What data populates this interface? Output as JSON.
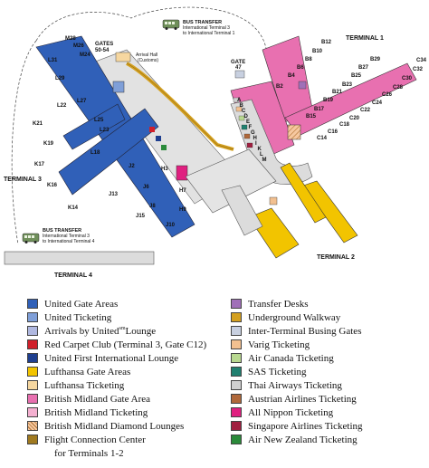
{
  "map": {
    "terminals": {
      "t1": "TERMINAL 1",
      "t2": "TERMINAL 2",
      "t3": "TERMINAL 3",
      "t4": "TERMINAL 4"
    },
    "bus_top": {
      "title": "BUS TRANSFER",
      "line1": "International Terminal 3",
      "line2": "to International Terminal 1"
    },
    "bus_left": {
      "title": "BUS TRANSFER",
      "line1": "International Terminal 3",
      "line2": "to International Terminal 4"
    },
    "arrival_hall": {
      "line1": "Arrival Hall",
      "line2": "(Customs)"
    },
    "gates_5054": {
      "line1": "GATES",
      "line2": "50-54"
    },
    "gate47": {
      "line1": "GATE",
      "line2": "47"
    },
    "gates_t3": [
      "M28",
      "M26",
      "M24",
      "L31",
      "L29",
      "L27",
      "L25",
      "L23",
      "L22",
      "K21",
      "K19",
      "K17",
      "K16",
      "K14",
      "J2",
      "J6",
      "J8",
      "J10",
      "J13",
      "J15",
      "H3",
      "H7",
      "H9",
      "L18"
    ],
    "gates_t1": [
      "B12",
      "B10",
      "B8",
      "B6",
      "B4",
      "B2",
      "B27",
      "B25",
      "B23",
      "B21",
      "B19",
      "B17",
      "B15",
      "B29",
      "C34",
      "C32",
      "C30",
      "C28",
      "C26",
      "C24",
      "C22",
      "C20",
      "C18",
      "C16",
      "C14"
    ],
    "gates_t2": [
      "A",
      "B",
      "C",
      "D",
      "E",
      "F",
      "G",
      "H",
      "I",
      "K",
      "L",
      "M"
    ]
  },
  "legend": {
    "left": [
      {
        "label": "United Gate Areas",
        "color": "#3060b8",
        "pattern": "solid"
      },
      {
        "label": "United Ticketing",
        "color": "#7f9fd8",
        "pattern": "solid"
      },
      {
        "label": "Arrivals by United",
        "sup": "sm",
        "label2": " Lounge",
        "color": "#b0b8e0",
        "pattern": "solid"
      },
      {
        "label": "Red Carpet Club (Terminal 3, Gate C12)",
        "color": "#d0202a",
        "pattern": "solid"
      },
      {
        "label": "United First International Lounge",
        "color": "#1f3f8f",
        "pattern": "solid"
      },
      {
        "label": "Lufthansa Gate Areas",
        "color": "#f2c400",
        "pattern": "solid"
      },
      {
        "label": "Lufthansa Ticketing",
        "color": "#f6d7a0",
        "pattern": "solid"
      },
      {
        "label": "British Midland Gate Area",
        "color": "#e870b0",
        "pattern": "solid"
      },
      {
        "label": "British Midland Ticketing",
        "color": "#f4b0d0",
        "pattern": "solid"
      },
      {
        "label": "British Midland Diamond Lounges",
        "color": "#f6c8a0",
        "pattern": "hatch"
      },
      {
        "label": "Flight Connection Center",
        "color": "#a07a20",
        "pattern": "solid"
      }
    ],
    "left_sub": "for Terminals 1-2",
    "right": [
      {
        "label": "Transfer Desks",
        "color": "#a070b8",
        "pattern": "solid"
      },
      {
        "label": "Underground Walkway",
        "color": "#d4a020",
        "pattern": "solid"
      },
      {
        "label": "Inter-Terminal Busing Gates",
        "color": "#c8d0e0",
        "pattern": "solid"
      },
      {
        "label": "Varig Ticketing",
        "color": "#f2c090",
        "pattern": "solid"
      },
      {
        "label": "Air Canada Ticketing",
        "color": "#b8d890",
        "pattern": "solid"
      },
      {
        "label": "SAS Ticketing",
        "color": "#208070",
        "pattern": "solid"
      },
      {
        "label": "Thai Airways Ticketing",
        "color": "#d0d0d0",
        "pattern": "solid"
      },
      {
        "label": "Austrian Airlines Ticketing",
        "color": "#b0683a",
        "pattern": "solid"
      },
      {
        "label": "All Nippon Ticketing",
        "color": "#e02080",
        "pattern": "solid"
      },
      {
        "label": "Singapore Airlines Ticketing",
        "color": "#a02040",
        "pattern": "solid"
      },
      {
        "label": "Air New Zealand Ticketing",
        "color": "#2a8a3a",
        "pattern": "solid"
      }
    ]
  }
}
